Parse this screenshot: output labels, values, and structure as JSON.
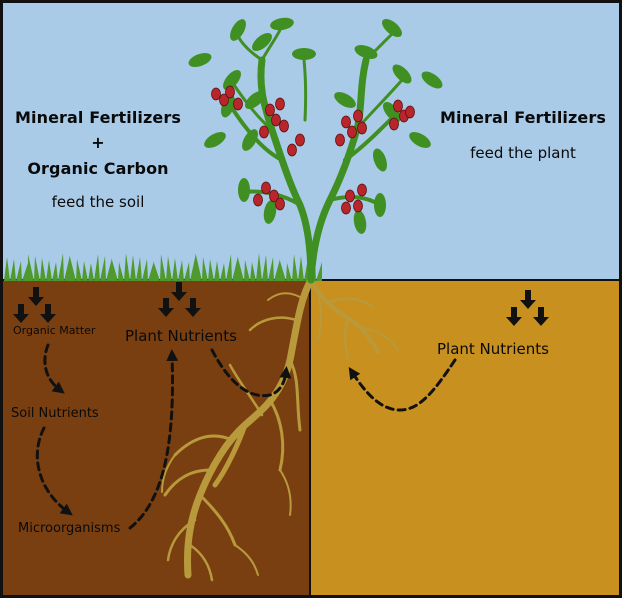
{
  "left_caption": {
    "line1": "Mineral Fertilizers",
    "line2": "+",
    "line3": "Organic Carbon",
    "line4": "feed the soil"
  },
  "right_caption": {
    "line1": "Mineral Fertilizers",
    "line2": "feed the plant"
  },
  "soil_left": {
    "organic_matter": "Organic Matter",
    "soil_nutrients": "Soil Nutrients",
    "microorganisms": "Microorganisms",
    "plant_nutrients": "Plant Nutrients"
  },
  "soil_right": {
    "plant_nutrients": "Plant Nutrients"
  },
  "colors": {
    "sky": "#a9cbe8",
    "soil_left": "#7a3f10",
    "soil_right": "#c8901e",
    "grass": "#4f9a2c",
    "plant": "#3f8f22",
    "berry": "#b8262b",
    "root": "#b89a3c",
    "border": "#111111"
  }
}
